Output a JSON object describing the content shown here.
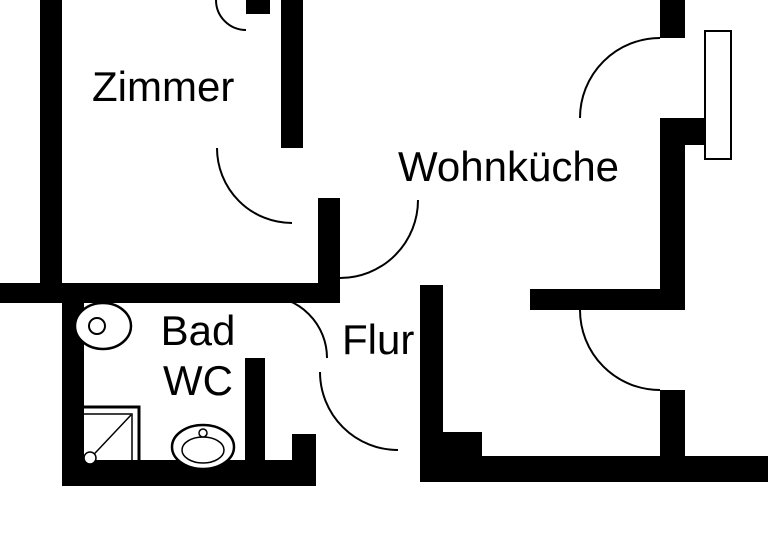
{
  "rooms": [
    {
      "id": "zimmer",
      "label": "Zimmer"
    },
    {
      "id": "wohnkueche",
      "label": "Wohnküche"
    },
    {
      "id": "bad_wc",
      "lines": [
        "Bad",
        "WC"
      ]
    },
    {
      "id": "flur",
      "label": "Flur"
    }
  ],
  "fixtures": [
    {
      "name": "toilet"
    },
    {
      "name": "shower"
    },
    {
      "name": "washbasin"
    }
  ],
  "doors": {
    "count": 7
  },
  "colors": {
    "wall": "#000000",
    "background": "#ffffff",
    "line": "#000000"
  }
}
